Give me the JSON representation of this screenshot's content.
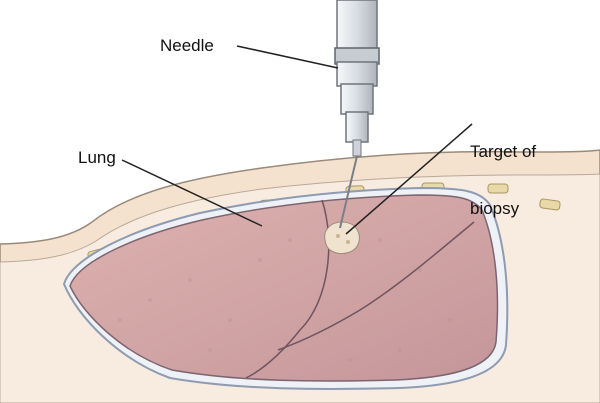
{
  "labels": {
    "needle": "Needle",
    "lung": "Lung",
    "target_line1": "Target of",
    "target_line2": "biopsy"
  },
  "colors": {
    "background": "#ffffff",
    "skin": "#f4e2cf",
    "chest_wall": "#f6e9dc",
    "pleura": "#a7b3c6",
    "lung": "#d4a3a3",
    "lung_dark": "#c08f92",
    "rib": "#e7d6a8",
    "needle_body": "#e1e4e8",
    "needle_shaft": "#7a7f87",
    "target": "#efe4d2",
    "leader_line": "#222222"
  }
}
